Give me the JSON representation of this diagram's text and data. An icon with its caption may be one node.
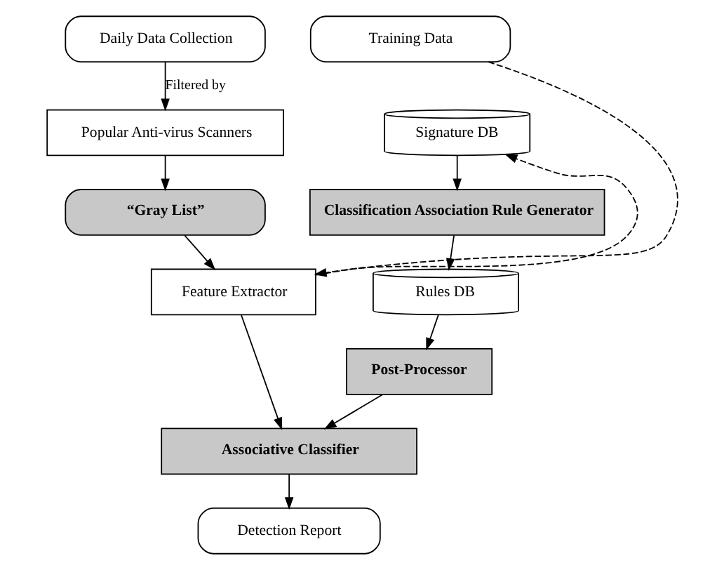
{
  "diagram": {
    "nodes": [
      {
        "text": [
          "Daily Data Collection"
        ]
      },
      {
        "text": [
          "Training Data"
        ]
      },
      {
        "text": [
          "Popular Anti-virus Scanners"
        ]
      },
      {
        "text": [
          "Signature DB"
        ]
      },
      {
        "text": [
          "“Gray List”"
        ]
      },
      {
        "text": [
          "Classification Association Rule Generator"
        ]
      },
      {
        "text": [
          "Feature Extractor"
        ]
      },
      {
        "text": [
          "Rules DB"
        ]
      },
      {
        "text": [
          "Post-Processor"
        ]
      },
      {
        "text": [
          "Associative Classifier"
        ]
      },
      {
        "text": [
          "Detection Report"
        ]
      }
    ],
    "edges": [
      {
        "from": 0,
        "to": 2,
        "arrow": "to",
        "label": "Filtered by"
      },
      {
        "from": 2,
        "to": 4,
        "arrow": "to"
      },
      {
        "from": 4,
        "to": 6,
        "arrow": "to"
      },
      {
        "from": 1,
        "to": 6,
        "arrow": "to",
        "style": "dashed"
      },
      {
        "from": 6,
        "to": 3,
        "arrow": "to",
        "style": "dashed"
      },
      {
        "from": 3,
        "to": 5,
        "arrow": "to"
      },
      {
        "from": 5,
        "to": 7,
        "arrow": "to"
      },
      {
        "from": 7,
        "to": 8,
        "arrow": "to"
      },
      {
        "from": 6,
        "to": 9,
        "arrow": "to"
      },
      {
        "from": 8,
        "to": 9,
        "arrow": "to"
      },
      {
        "from": 9,
        "to": 10,
        "arrow": "to"
      }
    ]
  }
}
